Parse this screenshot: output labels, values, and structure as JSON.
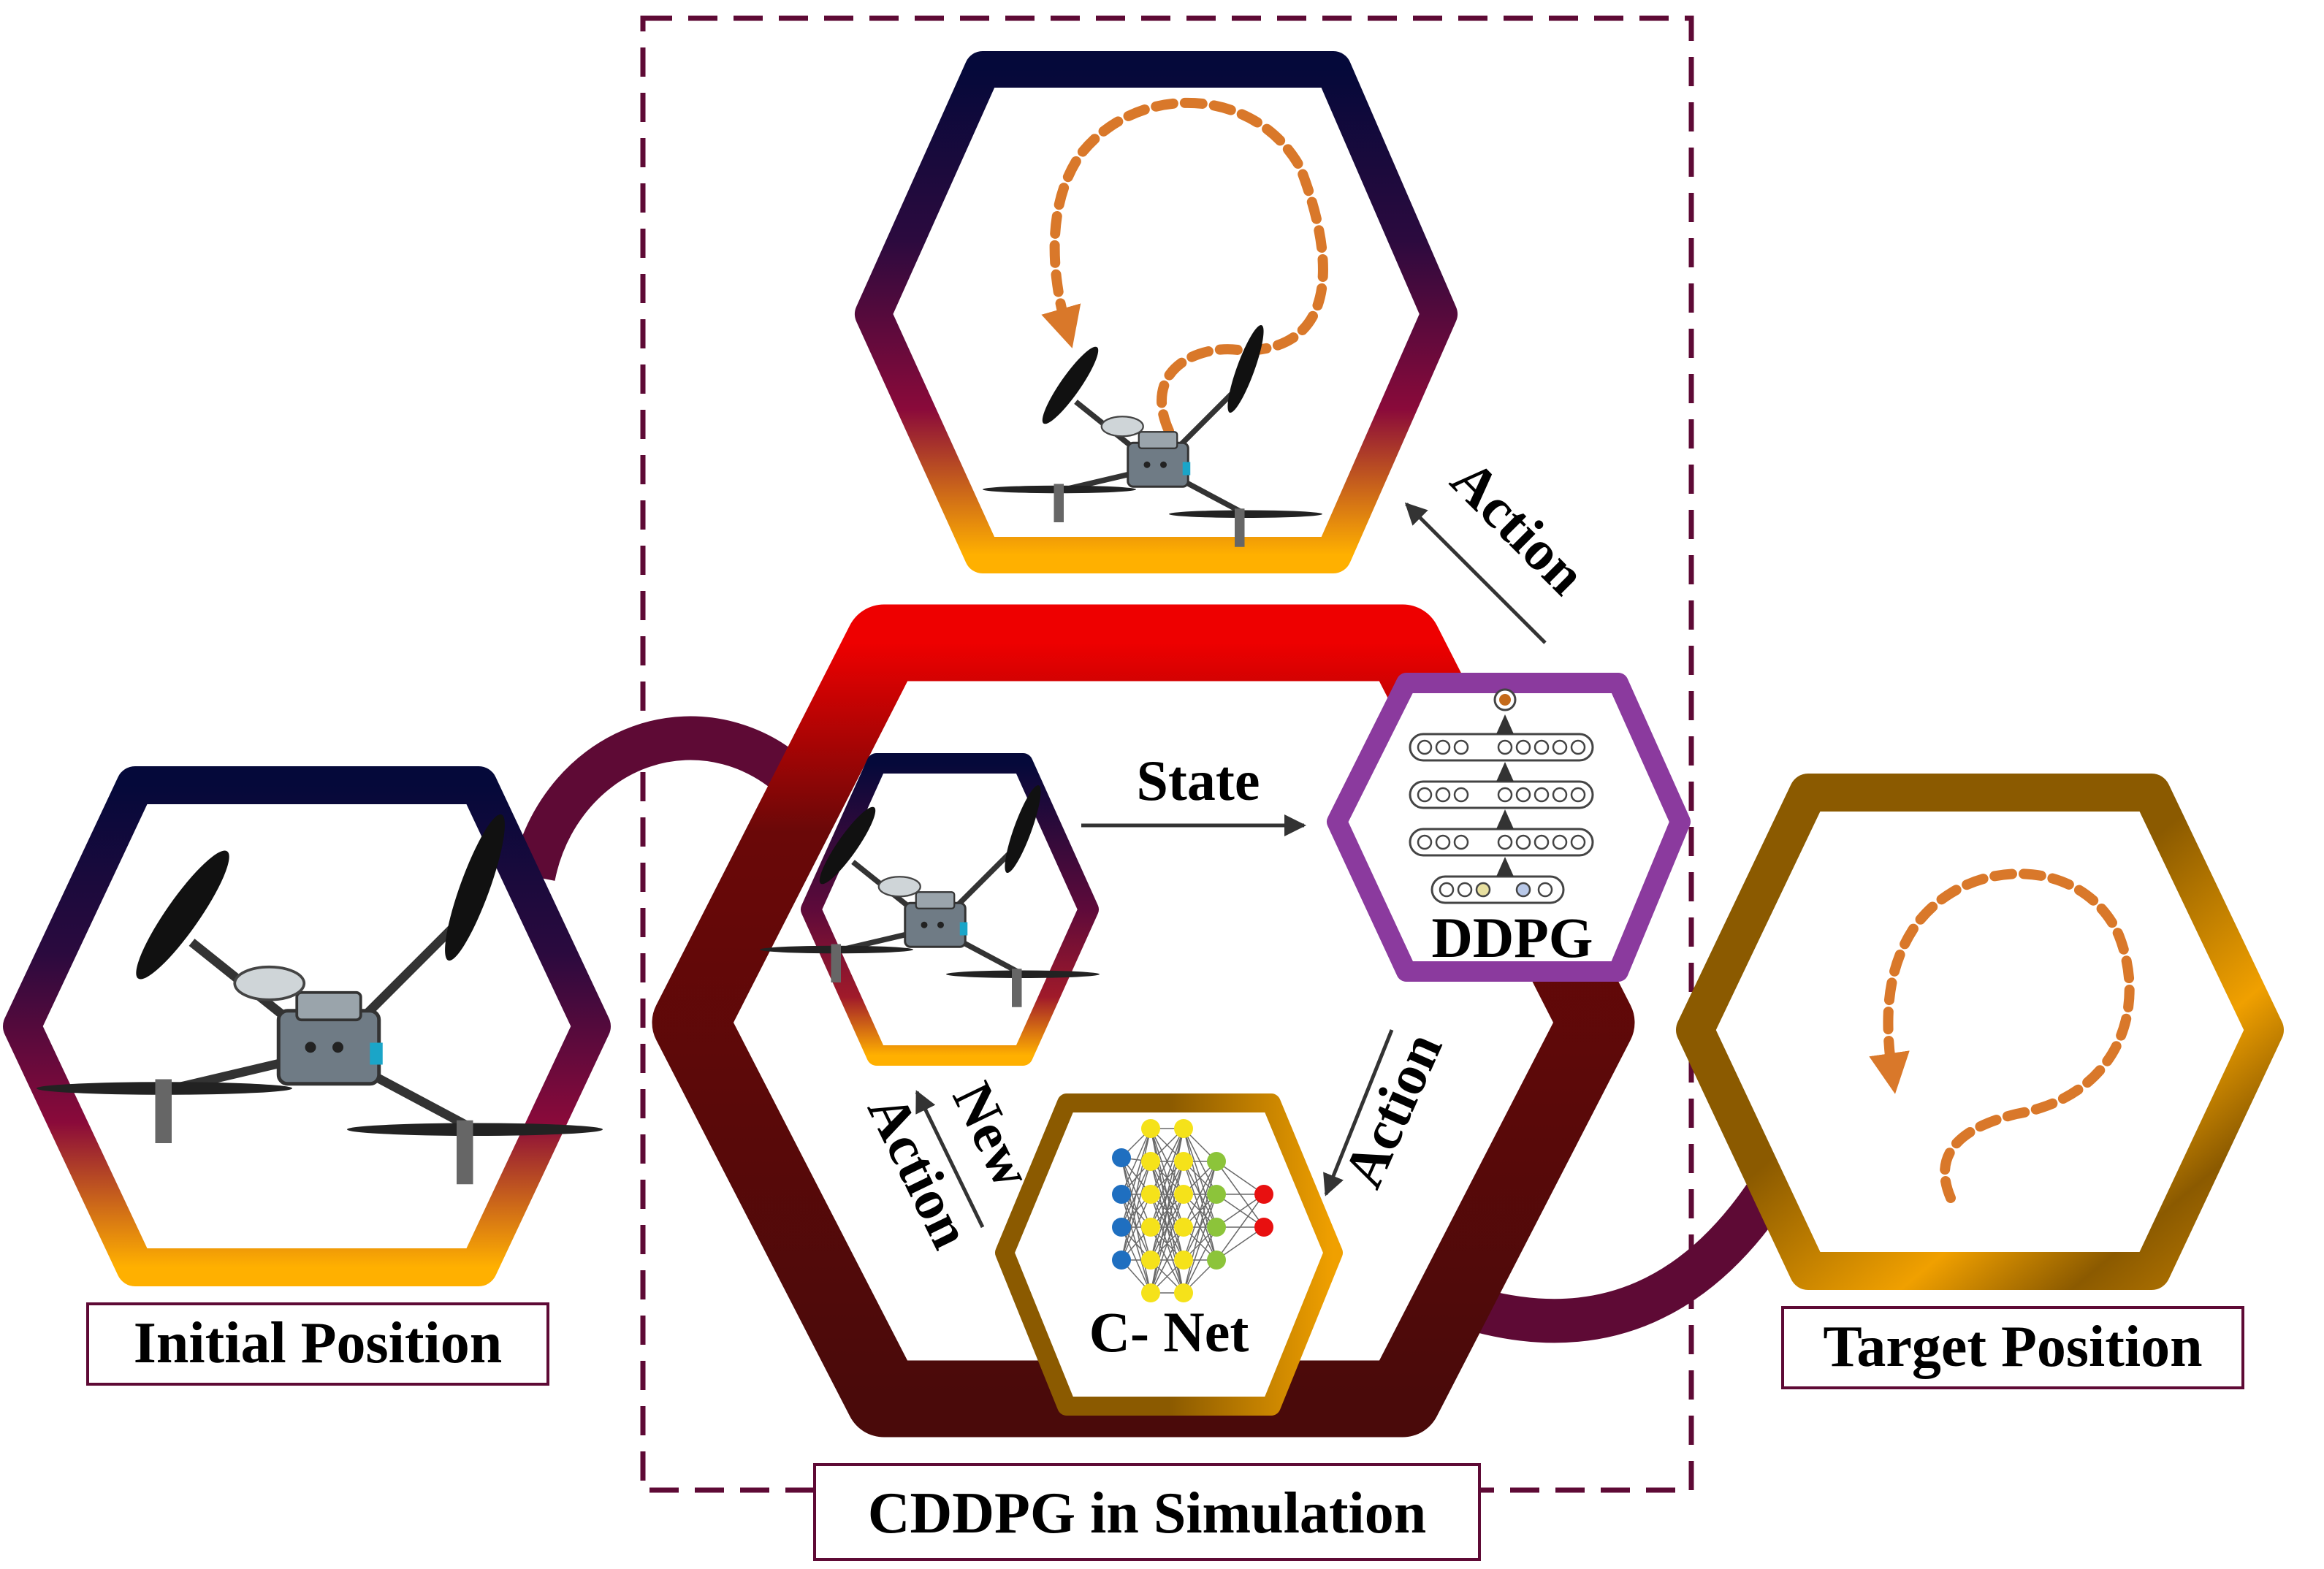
{
  "labels": {
    "initial": "Initial Position",
    "target": "Target Position",
    "simulation": "CDDPG in Simulation",
    "ddpg": "DDPG",
    "cnet": "C- Net"
  },
  "arrows": {
    "state": "State",
    "action_top": "Action",
    "action_right": "Action",
    "new": "New",
    "new_action": "Action"
  },
  "colors": {
    "plum": "#5e0a35",
    "dark_maroon": "#4a0a0a",
    "red": "#ee0000",
    "purple": "#8b3a9e",
    "gold": "#8b5a00",
    "orange_path": "#d9782a",
    "navy": "#060a3a",
    "amber": "#ffb000"
  },
  "icons": [
    "drone-icon",
    "neural-network-icon",
    "trajectory-icon"
  ]
}
